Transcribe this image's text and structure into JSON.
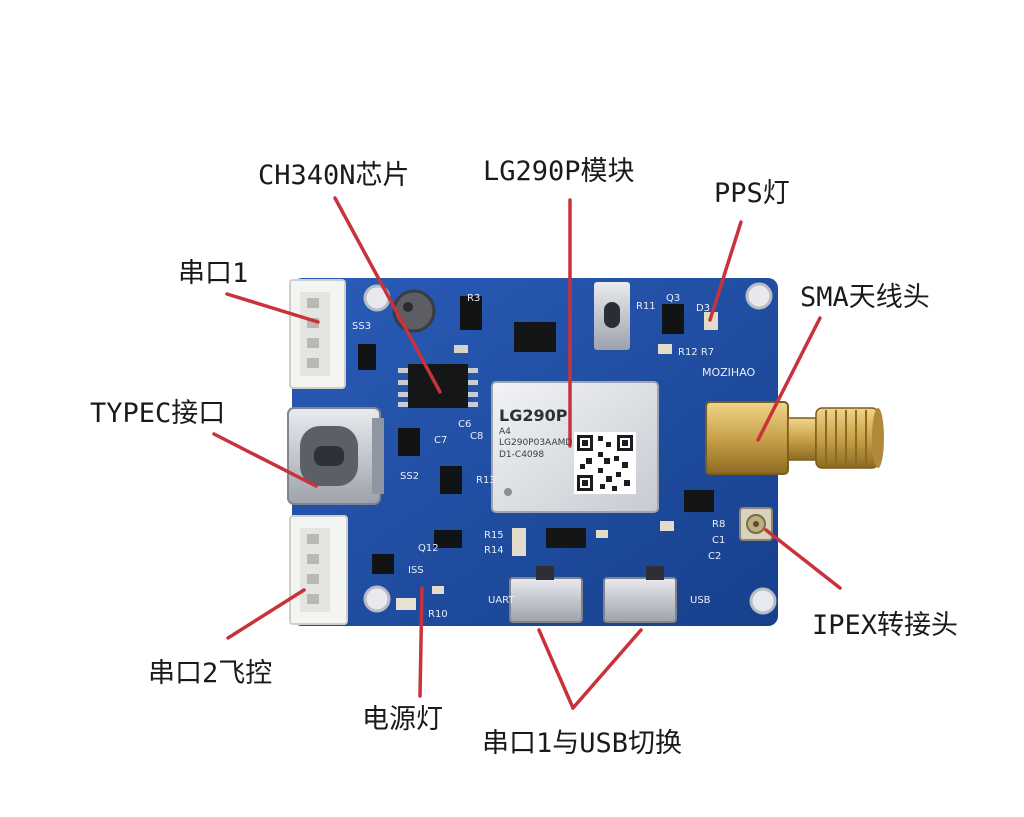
{
  "callouts": {
    "ch340n": "CH340N芯片",
    "lg290p_module": "LG290P模块",
    "pps_led": "PPS灯",
    "uart1": "串口1",
    "sma_antenna": "SMA天线头",
    "typec": "TYPEC接口",
    "ipex": "IPEX转接头",
    "uart2_fc": "串口2飞控",
    "power_led": "电源灯",
    "uart_usb_switch": "串口1与USB切换"
  },
  "module": {
    "name": "LG290P",
    "rev": "A4",
    "part": "LG290P03AAMD",
    "code": "D1-C4098"
  },
  "silkscreen": {
    "brand": "MOZIHAO",
    "ss3": "SS3",
    "ss2": "SS2",
    "r3": "R3",
    "r11": "R11",
    "q3": "Q3",
    "d3": "D3",
    "r12_r7": "R12 R7",
    "c6": "C6",
    "c7": "C7",
    "c8": "C8",
    "r13": "R13",
    "r15": "R15",
    "r14": "R14",
    "q12": "Q12",
    "iss": "ISS",
    "r10": "R10",
    "r8": "R8",
    "c1": "C1",
    "c2": "C2",
    "uart": "UART",
    "usb": "USB"
  },
  "colors": {
    "pcb_blue": "#1f4fa3",
    "leader_red": "#c8323a",
    "gold": "#c9a24a",
    "silver": "#c9ccd2"
  }
}
